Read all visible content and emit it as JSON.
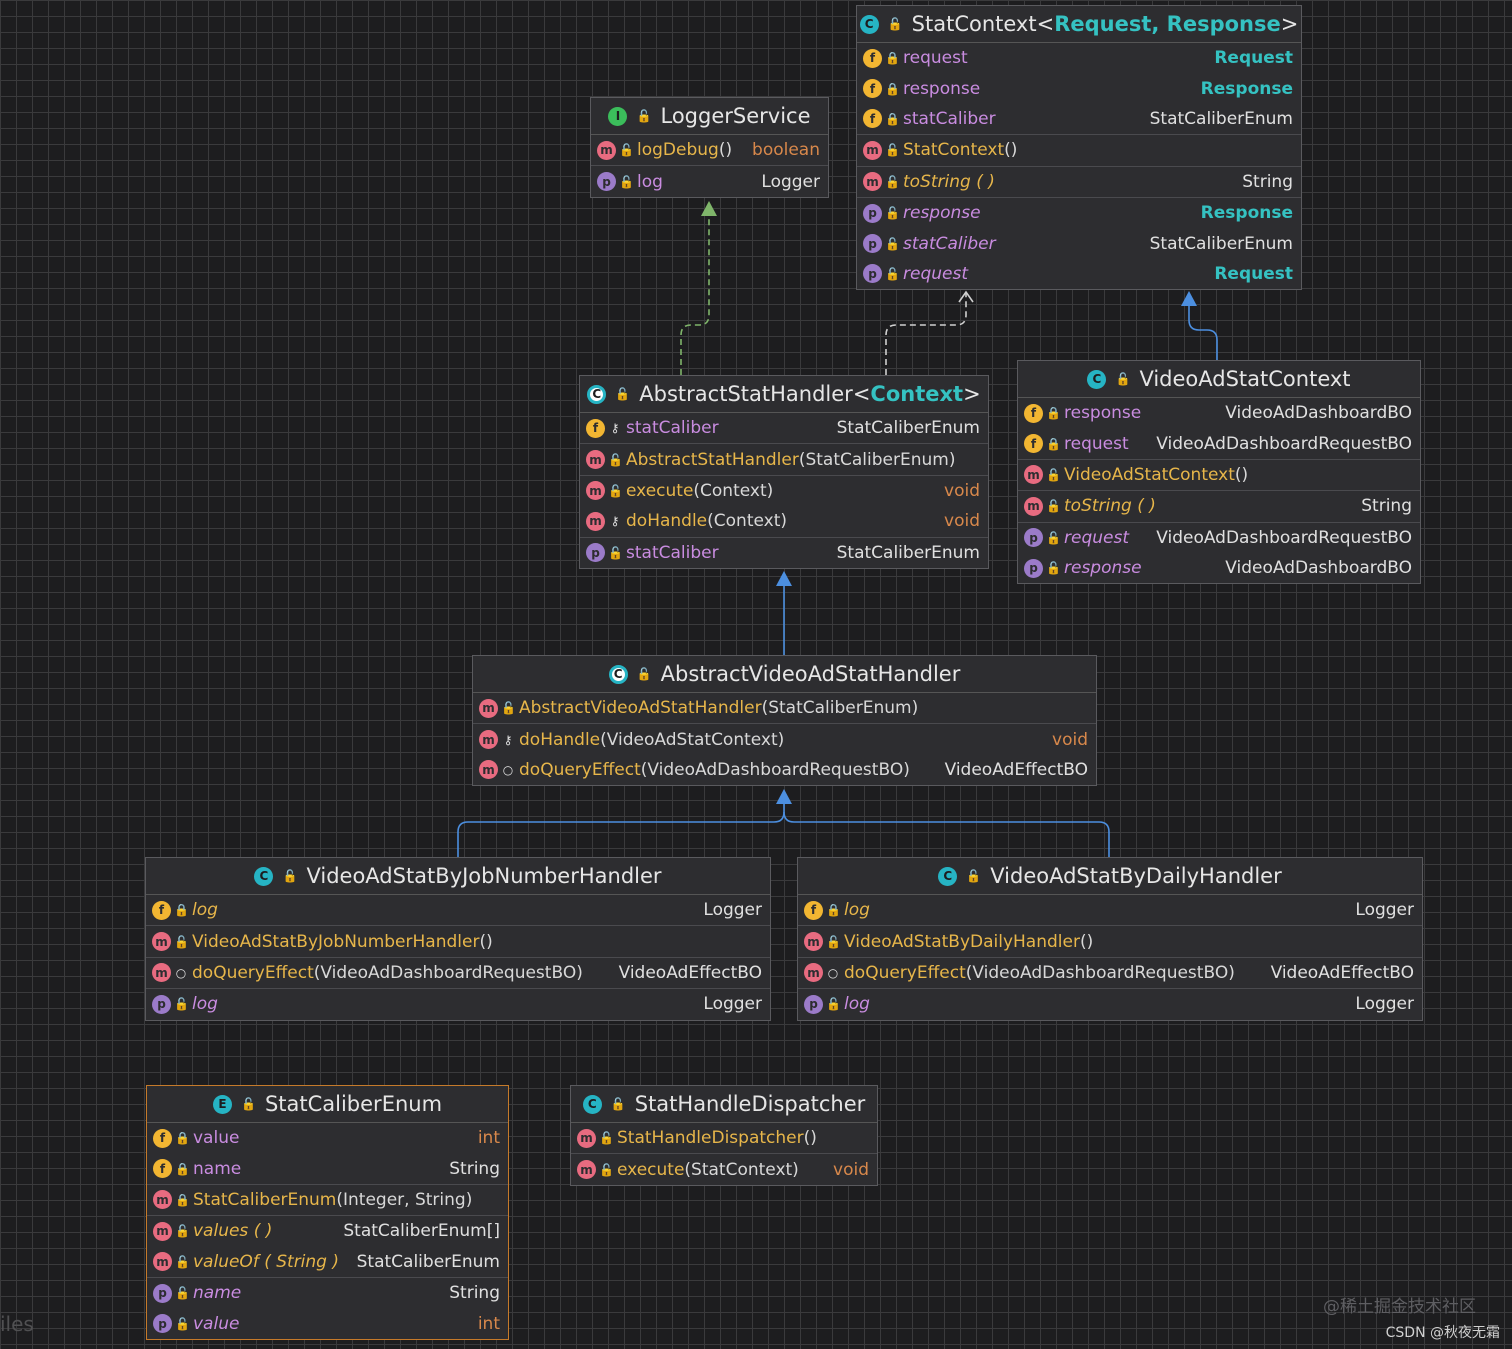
{
  "colors": {
    "background": "#1d1d1f",
    "grid": "#3a3a3c",
    "node": "#2d2d30",
    "name": "#e7b64a",
    "type_param": "#35c2c2",
    "return_orange": "#d8884b",
    "inheritance_edge": "#4c8fe0",
    "realization_edge": "#7fb56a",
    "dependency_edge": "#d0d0d0"
  },
  "nodes": {
    "stat_context": {
      "kind": "C",
      "title": "StatContext",
      "type_params": "Request, Response",
      "rows": [
        {
          "badge": "f",
          "vis": "private",
          "name": "request",
          "type": "Request",
          "tc": "cyan"
        },
        {
          "badge": "f",
          "vis": "private",
          "name": "response",
          "type": "Response",
          "tc": "cyan"
        },
        {
          "badge": "f",
          "vis": "private",
          "name": "statCaliber",
          "type": "StatCaliberEnum",
          "tc": ""
        },
        {
          "badge": "m",
          "vis": "public",
          "name": "StatContext",
          "args": "()",
          "type": "",
          "tc": "",
          "sep": true
        },
        {
          "badge": "m",
          "vis": "public",
          "name": "toString ( )",
          "type": "String",
          "tc": "",
          "italic": true,
          "sep": true
        },
        {
          "badge": "p",
          "vis": "public",
          "name": "response",
          "type": "Response",
          "tc": "cyan",
          "italic": true,
          "sep": true
        },
        {
          "badge": "p",
          "vis": "public",
          "name": "statCaliber",
          "type": "StatCaliberEnum",
          "tc": "",
          "italic": true
        },
        {
          "badge": "p",
          "vis": "public",
          "name": "request",
          "type": "Request",
          "tc": "cyan",
          "italic": true
        }
      ]
    },
    "logger_service": {
      "kind": "I",
      "title": "LoggerService",
      "rows": [
        {
          "badge": "m",
          "vis": "public",
          "name": "logDebug",
          "args": "()",
          "type": "boolean",
          "tc": "orange"
        },
        {
          "badge": "p",
          "vis": "public",
          "name": "log",
          "type": "Logger",
          "tc": "",
          "sep": true
        }
      ]
    },
    "abstract_stat_handler": {
      "kind": "AC",
      "title": "AbstractStatHandler",
      "type_params": "Context",
      "rows": [
        {
          "badge": "f",
          "vis": "protected",
          "name": "statCaliber",
          "type": "StatCaliberEnum",
          "tc": ""
        },
        {
          "badge": "m",
          "vis": "public",
          "name": "AbstractStatHandler",
          "args": "(StatCaliberEnum)",
          "type": "",
          "tc": "",
          "sep": true
        },
        {
          "badge": "m",
          "vis": "public",
          "name": "execute",
          "args": "(Context)",
          "type": "void",
          "tc": "orange",
          "sep": true
        },
        {
          "badge": "m",
          "vis": "protected",
          "name": "doHandle",
          "args": "(Context)",
          "type": "void",
          "tc": "orange"
        },
        {
          "badge": "p",
          "vis": "public",
          "name": "statCaliber",
          "type": "StatCaliberEnum",
          "tc": "",
          "sep": true
        }
      ]
    },
    "video_ad_stat_context": {
      "kind": "C",
      "title": "VideoAdStatContext",
      "rows": [
        {
          "badge": "f",
          "vis": "private",
          "name": "response",
          "type": "VideoAdDashboardBO",
          "tc": ""
        },
        {
          "badge": "f",
          "vis": "private",
          "name": "request",
          "type": "VideoAdDashboardRequestBO",
          "tc": ""
        },
        {
          "badge": "m",
          "vis": "public",
          "name": "VideoAdStatContext",
          "args": "()",
          "type": "",
          "tc": "",
          "sep": true
        },
        {
          "badge": "m",
          "vis": "public",
          "name": "toString ( )",
          "type": "String",
          "tc": "",
          "italic": true,
          "sep": true
        },
        {
          "badge": "p",
          "vis": "public",
          "name": "request",
          "type": "VideoAdDashboardRequestBO",
          "tc": "",
          "italic": true,
          "sep": true
        },
        {
          "badge": "p",
          "vis": "public",
          "name": "response",
          "type": "VideoAdDashboardBO",
          "tc": "",
          "italic": true
        }
      ]
    },
    "abstract_video_ad_stat_handler": {
      "kind": "AC",
      "title": "AbstractVideoAdStatHandler",
      "rows": [
        {
          "badge": "m",
          "vis": "public",
          "name": "AbstractVideoAdStatHandler",
          "args": "(StatCaliberEnum)",
          "type": "",
          "tc": ""
        },
        {
          "badge": "m",
          "vis": "protected",
          "name": "doHandle",
          "args": "(VideoAdStatContext)",
          "type": "void",
          "tc": "orange",
          "sep": true
        },
        {
          "badge": "m",
          "vis": "package",
          "name": "doQueryEffect",
          "args": "(VideoAdDashboardRequestBO)",
          "type": "VideoAdEffectBO",
          "tc": ""
        }
      ]
    },
    "by_job_number_handler": {
      "kind": "C",
      "title": "VideoAdStatByJobNumberHandler",
      "rows": [
        {
          "badge": "f",
          "vis": "private",
          "name": "log",
          "type": "Logger",
          "tc": "",
          "italic": true
        },
        {
          "badge": "m",
          "vis": "public",
          "name": "VideoAdStatByJobNumberHandler",
          "args": "()",
          "type": "",
          "tc": "",
          "sep": true
        },
        {
          "badge": "m",
          "vis": "package",
          "name": "doQueryEffect",
          "args": "(VideoAdDashboardRequestBO)",
          "type": "VideoAdEffectBO",
          "tc": "",
          "sep": true
        },
        {
          "badge": "p",
          "vis": "public",
          "name": "log",
          "type": "Logger",
          "tc": "",
          "italic": true,
          "sep": true
        }
      ]
    },
    "by_daily_handler": {
      "kind": "C",
      "title": "VideoAdStatByDailyHandler",
      "rows": [
        {
          "badge": "f",
          "vis": "private",
          "name": "log",
          "type": "Logger",
          "tc": "",
          "italic": true
        },
        {
          "badge": "m",
          "vis": "public",
          "name": "VideoAdStatByDailyHandler",
          "args": "()",
          "type": "",
          "tc": "",
          "sep": true
        },
        {
          "badge": "m",
          "vis": "package",
          "name": "doQueryEffect",
          "args": "(VideoAdDashboardRequestBO)",
          "type": "VideoAdEffectBO",
          "tc": "",
          "sep": true
        },
        {
          "badge": "p",
          "vis": "public",
          "name": "log",
          "type": "Logger",
          "tc": "",
          "italic": true,
          "sep": true
        }
      ]
    },
    "stat_caliber_enum": {
      "kind": "E",
      "title": "StatCaliberEnum",
      "selected": true,
      "rows": [
        {
          "badge": "f",
          "vis": "private",
          "name": "value",
          "type": "int",
          "tc": "orange"
        },
        {
          "badge": "f",
          "vis": "private",
          "name": "name",
          "type": "String",
          "tc": ""
        },
        {
          "badge": "m",
          "vis": "private",
          "name": "StatCaliberEnum",
          "args": "(Integer, String)",
          "type": "",
          "tc": "",
          "sep": true
        },
        {
          "badge": "m",
          "vis": "public",
          "name": "values ( )",
          "type": "StatCaliberEnum[]",
          "tc": "",
          "italic": true,
          "sep": true
        },
        {
          "badge": "m",
          "vis": "public",
          "name": "valueOf ( String )",
          "type": "StatCaliberEnum",
          "tc": "",
          "italic": true
        },
        {
          "badge": "p",
          "vis": "public",
          "name": "name",
          "type": "String",
          "tc": "",
          "italic": true,
          "sep": true
        },
        {
          "badge": "p",
          "vis": "public",
          "name": "value",
          "type": "int",
          "tc": "orange",
          "italic": true
        }
      ]
    },
    "stat_handle_dispatcher": {
      "kind": "C",
      "title": "StatHandleDispatcher",
      "rows": [
        {
          "badge": "m",
          "vis": "public",
          "name": "StatHandleDispatcher",
          "args": "()",
          "type": "",
          "tc": ""
        },
        {
          "badge": "m",
          "vis": "public",
          "name": "execute",
          "args": "(StatContext)",
          "type": "void",
          "tc": "orange",
          "sep": true
        }
      ]
    }
  },
  "edges": [
    {
      "from": "abstract_stat_handler",
      "to": "logger_service",
      "kind": "realization"
    },
    {
      "from": "abstract_stat_handler",
      "to": "stat_context",
      "kind": "dependency"
    },
    {
      "from": "video_ad_stat_context",
      "to": "stat_context",
      "kind": "inheritance"
    },
    {
      "from": "abstract_video_ad_stat_handler",
      "to": "abstract_stat_handler",
      "kind": "inheritance"
    },
    {
      "from": "by_job_number_handler",
      "to": "abstract_video_ad_stat_handler",
      "kind": "inheritance"
    },
    {
      "from": "by_daily_handler",
      "to": "abstract_video_ad_stat_handler",
      "kind": "inheritance"
    }
  ],
  "watermark": {
    "juejin": "@稀土掘金技术社区",
    "csdn": "CSDN @秋夜无霜",
    "side": "iles"
  }
}
